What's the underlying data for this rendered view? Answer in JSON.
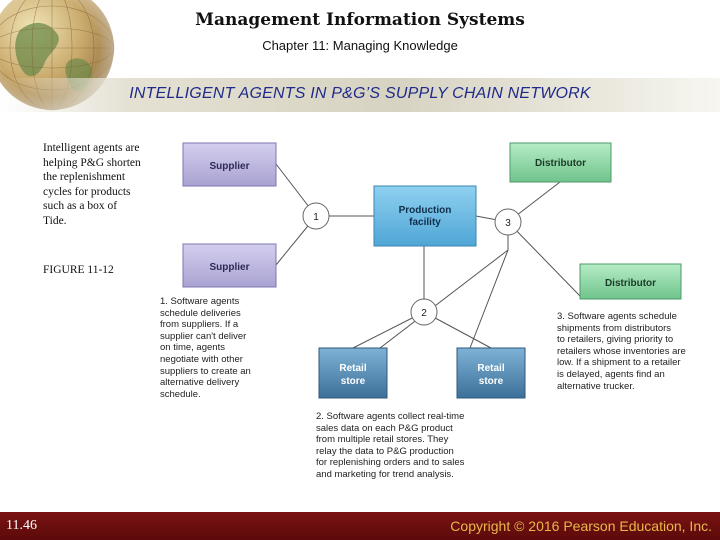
{
  "header": {
    "title": "Management Information Systems",
    "subtitle": "Chapter 11: Managing Knowledge",
    "slide_title": "INTELLIGENT AGENTS IN P&G’S SUPPLY CHAIN NETWORK"
  },
  "caption": {
    "text": "Intelligent agents are helping P&G shorten the replenishment cycles for products such as a box of Tide.",
    "figure_label": "FIGURE 11-12"
  },
  "diagram": {
    "nodes": {
      "supplier_1": "Supplier",
      "supplier_2": "Supplier",
      "production": "Production facility",
      "distributor_1": "Distributor",
      "distributor_2": "Distributor",
      "retail_1": "Retail store",
      "retail_2": "Retail store"
    },
    "markers": [
      "1",
      "2",
      "3"
    ],
    "notes": {
      "note_1": "1. Software agents\nschedule deliveries\nfrom suppliers. If a\nsupplier can't deliver\non time, agents\nnegotiate with other\nsuppliers to create an\nalternative delivery\nschedule.",
      "note_2": "2. Software agents collect real-time\nsales data on each P&G product\nfrom multiple retail stores. They\nrelay the data to P&G production\nfor replenishing orders and to sales\nand marketing for trend analysis.",
      "note_3": "3. Software agents schedule\nshipments from distributors\nto retailers, giving priority to\nretailers whose inventories are\nlow. If a shipment to a retailer\nis delayed, agents find an\nalternative trucker."
    },
    "colors": {
      "supplier": "#b9b3dc",
      "production": "#66b6e0",
      "distributor": "#8fd6a6",
      "retail": "#4f87b0"
    }
  },
  "footer": {
    "slide_number": "11.46",
    "copyright": "Copyright © 2016 Pearson Education, Inc."
  }
}
